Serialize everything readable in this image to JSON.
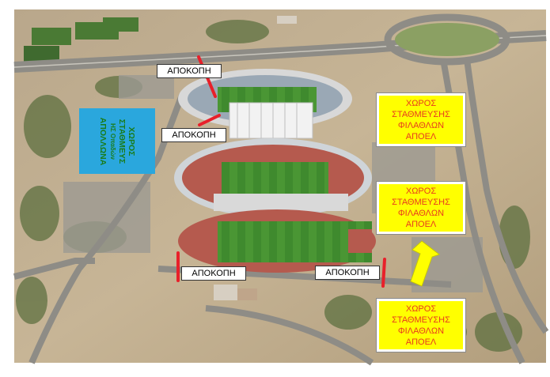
{
  "closure_labels": [
    "ΑΠΟΚΟΠΗ",
    "ΑΠΟΚΟΠΗ",
    "ΑΠΟΚΟΠΗ",
    "ΑΠΟΚΟΠΗ"
  ],
  "apoel_parking": {
    "line1": "ΧΩΡΟΣ",
    "line2": "ΣΤΑΘΜΕΥΣΗΣ",
    "line3": "ΦΙΛΑΘΛΩΝ",
    "line4": "ΑΠΟΕΛ"
  },
  "apollon_parking": {
    "line1": "ΧΩΡΟΣ",
    "line2": "ΣΤΑΘΜΕΥΣ",
    "line3": "ΗΣ Οπαδών",
    "line4": "ΑΠΟΛΛΩΝΑ"
  },
  "colors": {
    "closure_bar": "#e8202a",
    "apoel_box": "#ffff00",
    "apoel_text": "#e83a1e",
    "apollon_box": "#2aa7dd",
    "apollon_text": "#1a7c1a",
    "arrow": "#ffff00",
    "pitch": "#3f8a2e",
    "track": "#b55a4e"
  }
}
